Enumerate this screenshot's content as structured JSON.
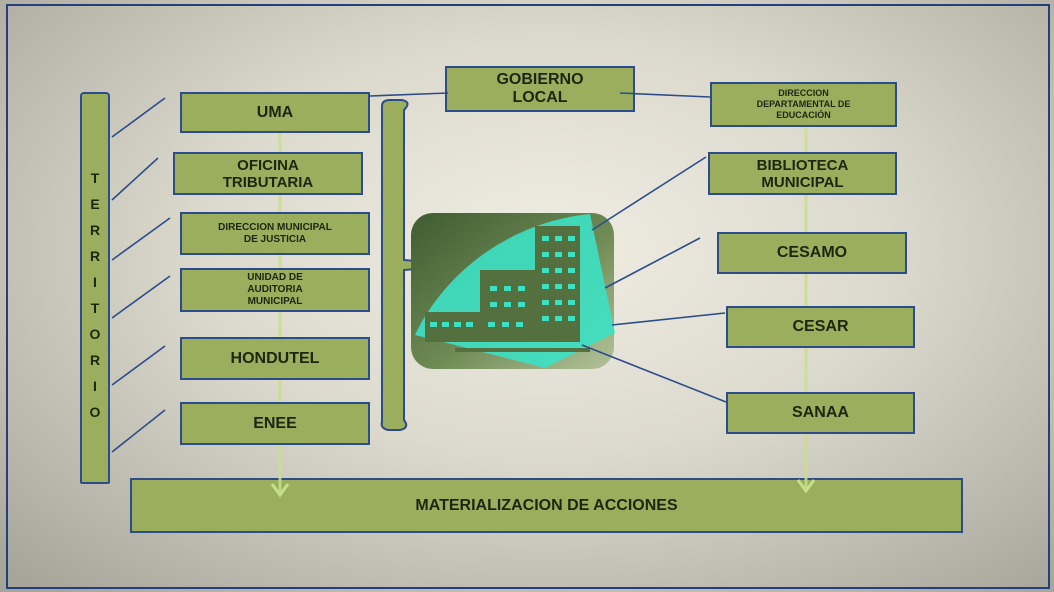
{
  "slide": {
    "central_node": "GOBIERNO\nLOCAL",
    "territory_label": "TERRITORIO",
    "left_nodes": {
      "uma": "UMA",
      "oficina_tributaria": "OFICINA\nTRIBUTARIA",
      "direccion_justicia": "DIRECCION MUNICIPAL\nDE JUSTICIA",
      "auditoria": "UNIDAD DE\nAUDITORIA\nMUNICIPAL",
      "hondutel": "HONDUTEL",
      "enee": "ENEE"
    },
    "right_nodes": {
      "educacion": "DIRECCION\nDEPARTAMENTAL DE\nEDUCACIÓN",
      "biblioteca": "BIBLIOTECA\nMUNICIPAL",
      "cesamo": "CESAMO",
      "cesar": "CESAR",
      "sanaa": "SANAA"
    },
    "outcome": "MATERIALIZACION DE ACCIONES"
  },
  "icons": {
    "center": "building-icon"
  },
  "colors": {
    "node_fill": "#9aae5d",
    "node_border": "#2c4d8a",
    "text": "#1e2612",
    "teal": "#3ee0c2",
    "arrow": "#c7df8c"
  }
}
